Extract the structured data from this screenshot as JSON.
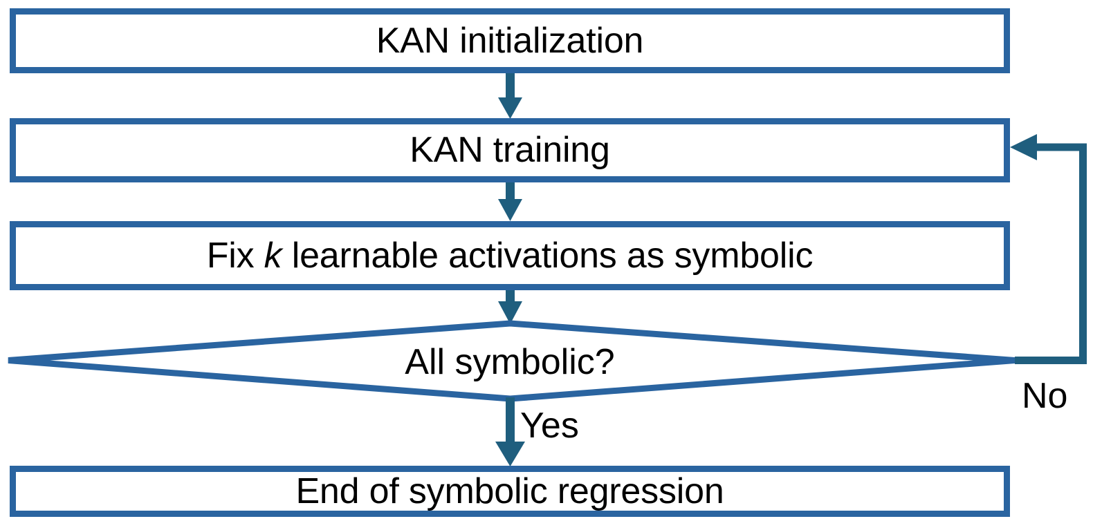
{
  "diagram": {
    "title": "KAN symbolic regression flowchart",
    "colors": {
      "node_border": "#2a64a0",
      "node_fill": "#ffffff",
      "arrow": "#1f5e7e",
      "text": "#000000",
      "background": "#ffffff"
    },
    "nodes": [
      {
        "id": "kan-initialization",
        "shape": "process",
        "label": "KAN initialization"
      },
      {
        "id": "kan-training",
        "shape": "process",
        "label": "KAN training"
      },
      {
        "id": "fix-activations",
        "shape": "process",
        "label_prefix": "Fix ",
        "label_italic": "k",
        "label_suffix": " learnable activations as symbolic",
        "label": "Fix k learnable activations as symbolic"
      },
      {
        "id": "all-symbolic",
        "shape": "decision",
        "label": "All symbolic?"
      },
      {
        "id": "end-symbolic-regression",
        "shape": "process",
        "label": "End of symbolic regression"
      }
    ],
    "edges": [
      {
        "id": "init-to-training",
        "from": "kan-initialization",
        "to": "kan-training",
        "label": ""
      },
      {
        "id": "training-to-fix",
        "from": "kan-training",
        "to": "fix-activations",
        "label": ""
      },
      {
        "id": "fix-to-decision",
        "from": "fix-activations",
        "to": "all-symbolic",
        "label": ""
      },
      {
        "id": "decision-yes",
        "from": "all-symbolic",
        "to": "end-symbolic-regression",
        "label": "Yes"
      },
      {
        "id": "decision-no",
        "from": "all-symbolic",
        "to": "kan-training",
        "label": "No"
      }
    ]
  }
}
